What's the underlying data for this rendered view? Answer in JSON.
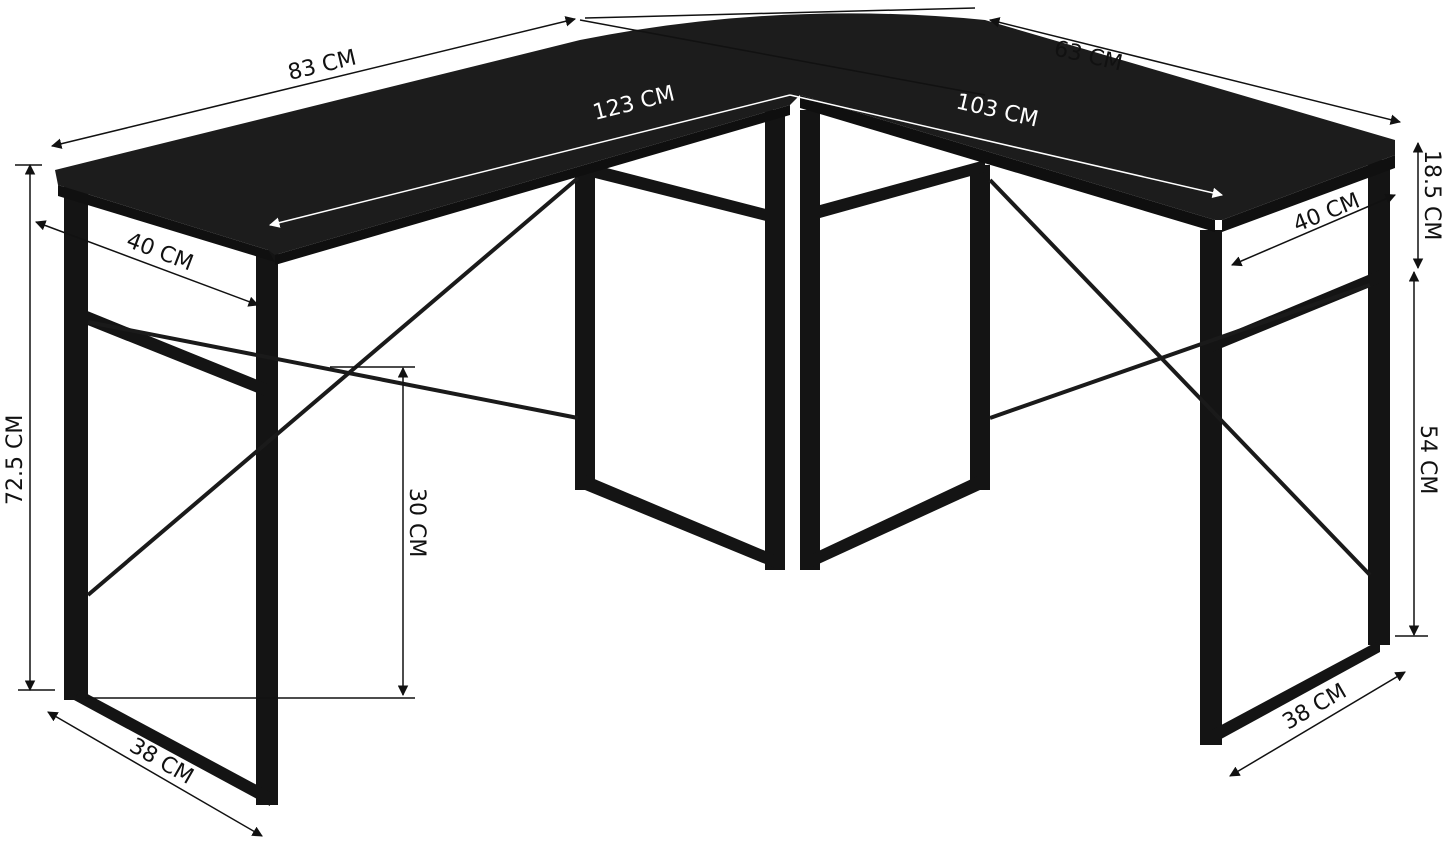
{
  "diagram": {
    "subject": "L-shaped desk",
    "colors": {
      "desk": "#1a1a1a",
      "frame": "#141414",
      "background": "#ffffff",
      "dimension_line": "#111111",
      "label_on_top": "#ffffff"
    },
    "dimensions": {
      "left_top_length": "83 CM",
      "left_inner_length": "123 CM",
      "right_inner_length": "103 CM",
      "right_top_length": "63 CM",
      "left_depth": "40 CM",
      "right_depth": "40 CM",
      "apron_height": "18.5 CM",
      "total_height": "72.5 CM",
      "leg_clearance_right": "54 CM",
      "crossbar_height": "30 CM",
      "left_foot_width": "38 CM",
      "right_foot_width": "38 CM"
    }
  }
}
